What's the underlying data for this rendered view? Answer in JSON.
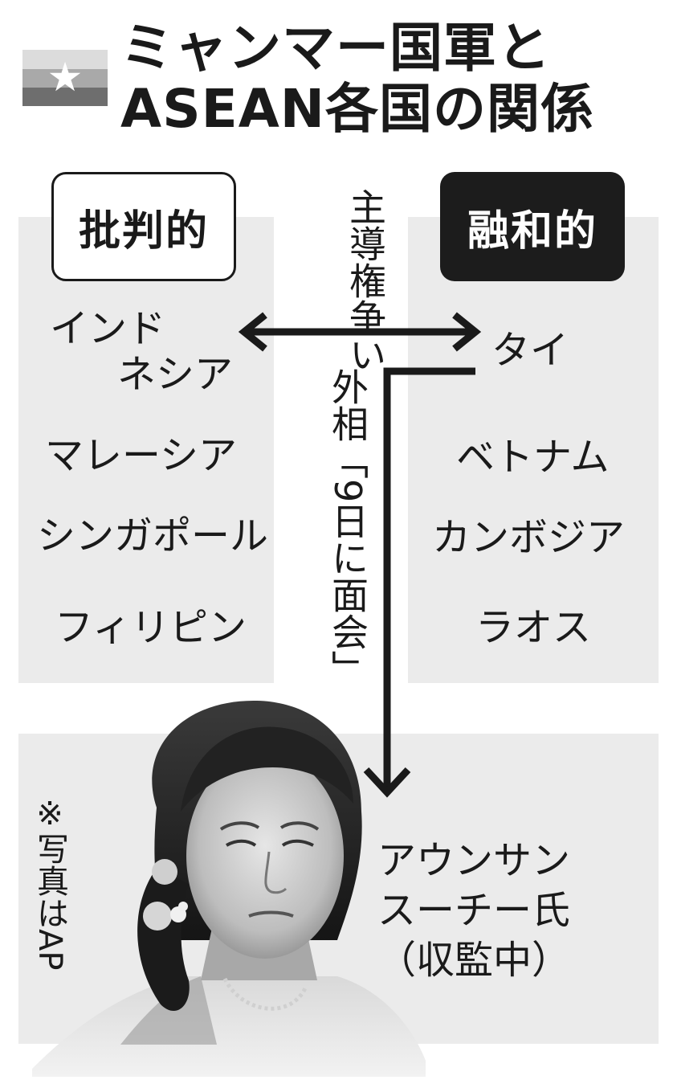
{
  "header": {
    "title_line1": "ミャンマー国軍と",
    "title_line2": "ASEAN各国の関係",
    "flag_icon": "myanmar-flag-icon"
  },
  "groups": {
    "critical": {
      "label": "批判的",
      "countries": [
        "インド",
        "ネシア",
        "マレーシア",
        "シンガポール",
        "フィリピン"
      ]
    },
    "conciliatory": {
      "label": "融和的",
      "countries": [
        "タイ",
        "ベトナム",
        "カンボジア",
        "ラオス"
      ]
    }
  },
  "relations": {
    "leadership_struggle": "主導権争い",
    "foreign_minister_meeting": "外相「9日に面会」"
  },
  "person": {
    "name_line1": "アウンサン",
    "name_line2": "スーチー氏",
    "status": "（収監中）",
    "photo_credit": "※写真はAP"
  },
  "colors": {
    "panel_gray": "#ebebeb",
    "ink": "#1a1a1a",
    "badge_dark": "#1c1c1c"
  }
}
